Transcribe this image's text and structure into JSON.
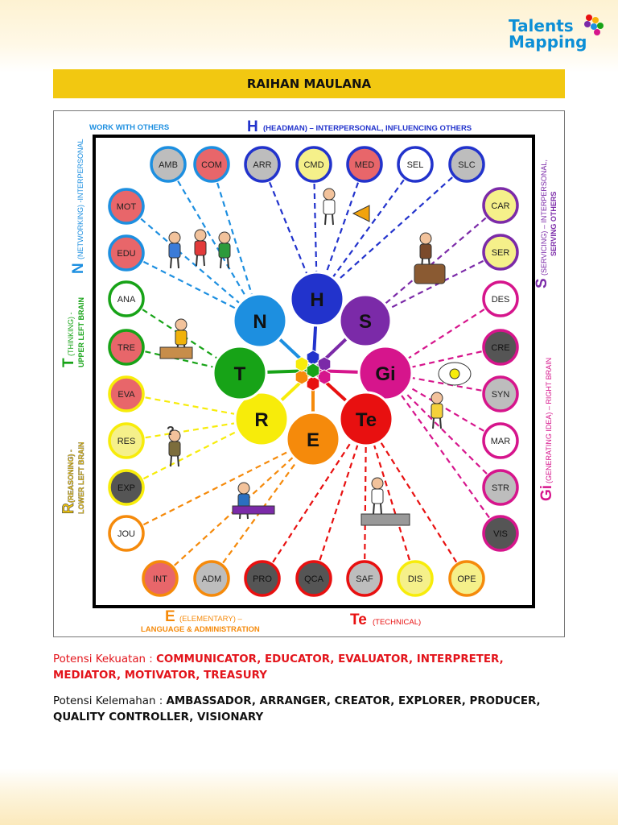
{
  "header": {
    "brand_line1": "Talents",
    "brand_line2": "Mapping",
    "person_name": "RAIHAN MAULANA"
  },
  "diagram": {
    "labels": {
      "work_with_others": "WORK WITH OTHERS",
      "h_letter": "H",
      "h_desc": "(HEADMAN) – INTERPERSONAL, INFLUENCING OTHERS",
      "n_letter": "N",
      "n_desc": "(NETWORKING) -INTERPERSONAL",
      "t_letter": "T",
      "t_desc1": "(THINKING) -",
      "t_desc2": "UPPER LEFT BRAIN",
      "r_letter": "R",
      "r_desc1": "(REASONING) -",
      "r_desc2": "LOWER LEFT BRAIN",
      "e_letter": "E",
      "e_desc1": "(ELEMENTARY) –",
      "e_desc2": "LANGUAGE & ADMINISTRATION",
      "te_letter": "Te",
      "te_desc": "(TECHNICAL)",
      "s_letter": "S",
      "s_desc1": "(SERVICING) – INTERPERSONAL,",
      "s_desc2": "SERVING OTHERS",
      "gi_letter": "Gi",
      "gi_desc": "(GENERATING IDEA) – RIGHT BRAIN"
    },
    "center_nodes": [
      {
        "label": "H",
        "color": "#2233cc"
      },
      {
        "label": "S",
        "color": "#7b2aa8"
      },
      {
        "label": "Gi",
        "color": "#d6158c"
      },
      {
        "label": "Te",
        "color": "#e81010"
      },
      {
        "label": "E",
        "color": "#f58a0b"
      },
      {
        "label": "R",
        "color": "#f7ec0a"
      },
      {
        "label": "T",
        "color": "#17a317"
      },
      {
        "label": "N",
        "color": "#1d8fe0"
      }
    ],
    "roles": [
      {
        "code": "AMB",
        "fill": "#bdbdbd",
        "ring": "#1d8fe0"
      },
      {
        "code": "COM",
        "fill": "#e8666a",
        "ring": "#1d8fe0"
      },
      {
        "code": "ARR",
        "fill": "#bdbdbd",
        "ring": "#2233cc"
      },
      {
        "code": "CMD",
        "fill": "#f5f08a",
        "ring": "#2233cc"
      },
      {
        "code": "MED",
        "fill": "#e8666a",
        "ring": "#2233cc"
      },
      {
        "code": "SEL",
        "fill": "#ffffff",
        "ring": "#2233cc"
      },
      {
        "code": "SLC",
        "fill": "#bdbdbd",
        "ring": "#2233cc"
      },
      {
        "code": "MOT",
        "fill": "#e8666a",
        "ring": "#1d8fe0"
      },
      {
        "code": "EDU",
        "fill": "#e8666a",
        "ring": "#1d8fe0"
      },
      {
        "code": "ANA",
        "fill": "#ffffff",
        "ring": "#17a317"
      },
      {
        "code": "TRE",
        "fill": "#e8666a",
        "ring": "#17a317"
      },
      {
        "code": "EVA",
        "fill": "#e8666a",
        "ring": "#f7ec0a"
      },
      {
        "code": "RES",
        "fill": "#f5f08a",
        "ring": "#f7ec0a"
      },
      {
        "code": "EXP",
        "fill": "#555555",
        "ring": "#f7ec0a"
      },
      {
        "code": "JOU",
        "fill": "#ffffff",
        "ring": "#f58a0b"
      },
      {
        "code": "INT",
        "fill": "#e8666a",
        "ring": "#f58a0b"
      },
      {
        "code": "ADM",
        "fill": "#bdbdbd",
        "ring": "#f58a0b"
      },
      {
        "code": "PRO",
        "fill": "#555555",
        "ring": "#e81010"
      },
      {
        "code": "QCA",
        "fill": "#555555",
        "ring": "#e81010"
      },
      {
        "code": "SAF",
        "fill": "#bdbdbd",
        "ring": "#e81010"
      },
      {
        "code": "DIS",
        "fill": "#f5f08a",
        "ring": "#f7ec0a"
      },
      {
        "code": "OPE",
        "fill": "#f5f08a",
        "ring": "#f58a0b"
      },
      {
        "code": "CAR",
        "fill": "#f5f08a",
        "ring": "#7b2aa8"
      },
      {
        "code": "SER",
        "fill": "#f5f08a",
        "ring": "#7b2aa8"
      },
      {
        "code": "DES",
        "fill": "#ffffff",
        "ring": "#d6158c"
      },
      {
        "code": "CRE",
        "fill": "#555555",
        "ring": "#d6158c"
      },
      {
        "code": "SYN",
        "fill": "#bdbdbd",
        "ring": "#d6158c"
      },
      {
        "code": "MAR",
        "fill": "#ffffff",
        "ring": "#d6158c"
      },
      {
        "code": "STR",
        "fill": "#bdbdbd",
        "ring": "#d6158c"
      },
      {
        "code": "VIS",
        "fill": "#555555",
        "ring": "#d6158c"
      }
    ]
  },
  "strengths": {
    "label": "Potensi Kekuatan : ",
    "value": "COMMUNICATOR, EDUCATOR, EVALUATOR, INTERPRETER, MEDIATOR, MOTIVATOR, TREASURY"
  },
  "weaknesses": {
    "label": "Potensi Kelemahan : ",
    "value": "AMBASSADOR, ARRANGER, CREATOR, EXPLORER, PRODUCER, QUALITY CONTROLLER, VISIONARY"
  },
  "colors": {
    "accent_yellow": "#f2c811",
    "brand_blue": "#0d8fd6",
    "strength_red": "#e3141b"
  }
}
